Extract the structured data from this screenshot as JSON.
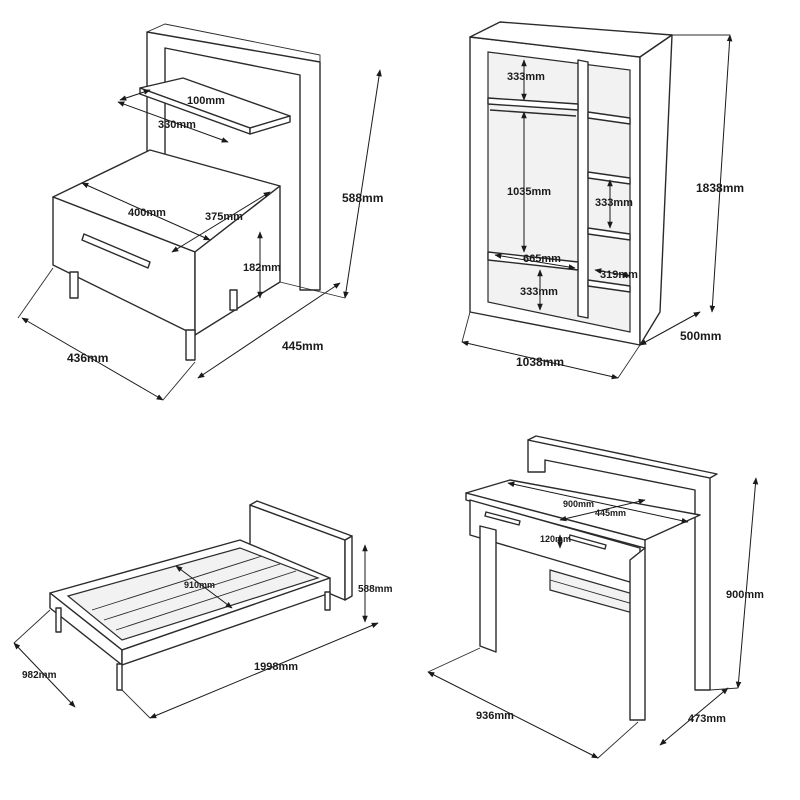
{
  "nightstand": {
    "shelf_depth": "100mm",
    "shelf_width": "330mm",
    "top_width": "400mm",
    "top_depth": "375mm",
    "drawer_height": "182mm",
    "height": "588mm",
    "width": "436mm",
    "depth": "445mm"
  },
  "wardrobe": {
    "top_shelf": "333mm",
    "hang_height": "1035mm",
    "mid_shelf": "333mm",
    "inner_width": "665mm",
    "side_width": "319mm",
    "bottom_shelf": "333mm",
    "height": "1838mm",
    "width": "1038mm",
    "depth": "500mm"
  },
  "bed": {
    "inner_width": "910mm",
    "headboard_height": "588mm",
    "width": "982mm",
    "length": "1998mm"
  },
  "desk": {
    "top_width": "900mm",
    "top_depth": "445mm",
    "drawer_height": "120mm",
    "height": "900mm",
    "width": "936mm",
    "depth": "473mm"
  }
}
